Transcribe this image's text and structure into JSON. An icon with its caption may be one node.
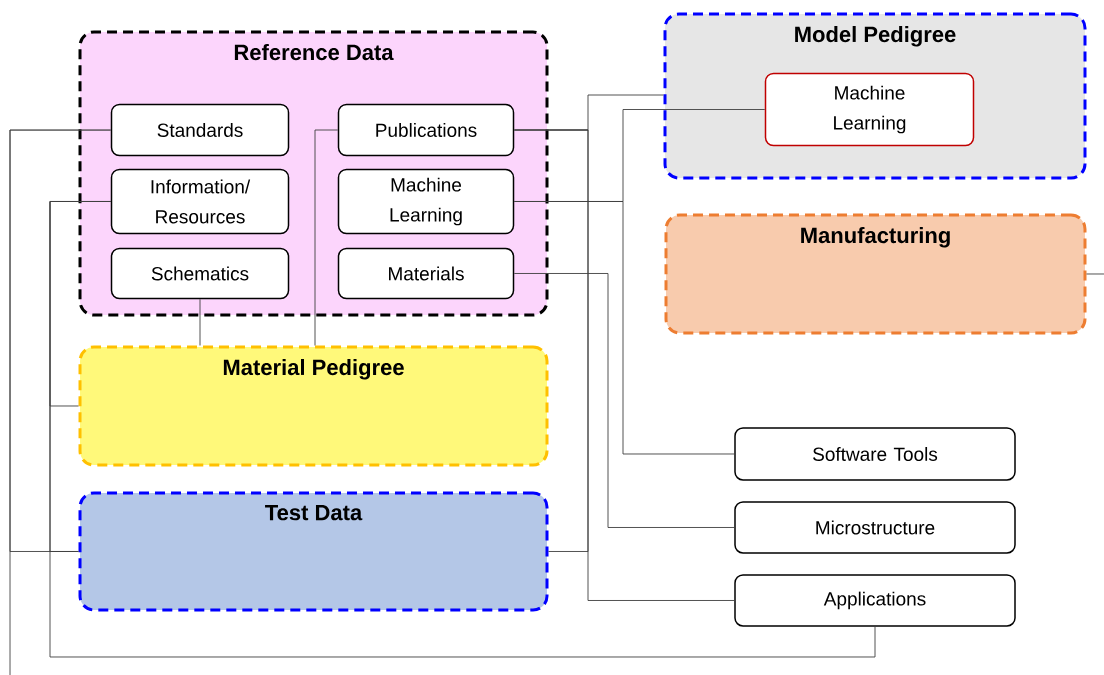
{
  "diagram": {
    "nodes": [
      {
        "text": [
          "Reference Data"
        ]
      },
      {
        "text": [
          "Standards"
        ],
        "in": 0
      },
      {
        "text": [
          "Information/ Resources"
        ],
        "in": 0
      },
      {
        "text": [
          "Schematics"
        ],
        "in": 0
      },
      {
        "text": [
          "Publications"
        ],
        "in": 0
      },
      {
        "text": [
          "Machine Learning"
        ],
        "in": 0
      },
      {
        "text": [
          "Materials"
        ],
        "in": 0
      },
      {
        "text": [
          "Model Pedigree"
        ]
      },
      {
        "text": [
          "Machine Learning"
        ],
        "in": 7
      },
      {
        "text": [
          "Manufacturing"
        ]
      },
      {
        "text": [
          "Material Pedigree"
        ]
      },
      {
        "text": [
          "Test Data"
        ]
      },
      {
        "text": [
          "Software Tools"
        ]
      },
      {
        "text": [
          "Microstructure"
        ]
      },
      {
        "text": [
          "Applications"
        ]
      }
    ],
    "edges": [
      {
        "from": 1,
        "to": 11,
        "arrow": "none"
      },
      {
        "from": 1,
        "to": null,
        "arrow": "none"
      },
      {
        "from": 2,
        "to": 10,
        "arrow": "none"
      },
      {
        "from": 2,
        "to": 11,
        "arrow": "none"
      },
      {
        "from": 2,
        "to": 14,
        "arrow": "none"
      },
      {
        "from": 3,
        "to": 10,
        "arrow": "none"
      },
      {
        "from": 4,
        "to": 10,
        "arrow": "none"
      },
      {
        "from": 4,
        "to": 7,
        "arrow": "none"
      },
      {
        "from": 4,
        "to": 11,
        "arrow": "none"
      },
      {
        "from": 4,
        "to": 14,
        "arrow": "none"
      },
      {
        "from": 5,
        "to": 8,
        "arrow": "none"
      },
      {
        "from": 5,
        "to": 12,
        "arrow": "none"
      },
      {
        "from": 6,
        "to": 13,
        "arrow": "none"
      },
      {
        "from": 9,
        "to": null,
        "arrow": "none"
      }
    ]
  }
}
